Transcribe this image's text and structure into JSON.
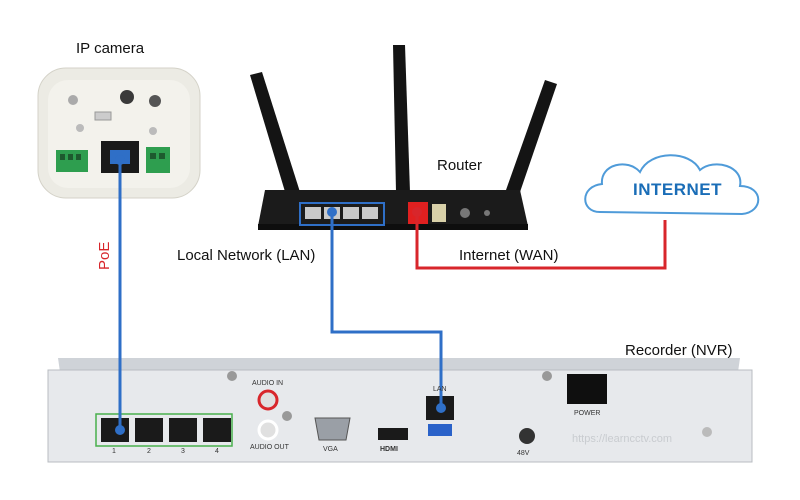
{
  "labels": {
    "camera": "IP camera",
    "router": "Router",
    "lan": "Local Network (LAN)",
    "wan": "Internet (WAN)",
    "internet": "INTERNET",
    "poe": "PoE",
    "recorder": "Recorder (NVR)"
  },
  "nvr_labels": {
    "audio_in": "AUDIO IN",
    "audio_out": "AUDIO OUT",
    "vga": "VGA",
    "hdmi": "HDMI",
    "lan": "LAN",
    "power": "POWER",
    "dc": "48V",
    "ports": [
      "1",
      "2",
      "3",
      "4"
    ]
  },
  "watermark": "https://learncctv.com",
  "colors": {
    "lan_cable": "#2f6fc7",
    "wan_cable": "#d8262b",
    "cloud": "#1a6db7",
    "device_dark": "#1b1b1b",
    "nvr_body": "#e7e9ec"
  },
  "icons": [
    "wifi-antenna-icon",
    "ethernet-port-icon",
    "cloud-icon",
    "usb-icon",
    "power-switch-icon"
  ]
}
